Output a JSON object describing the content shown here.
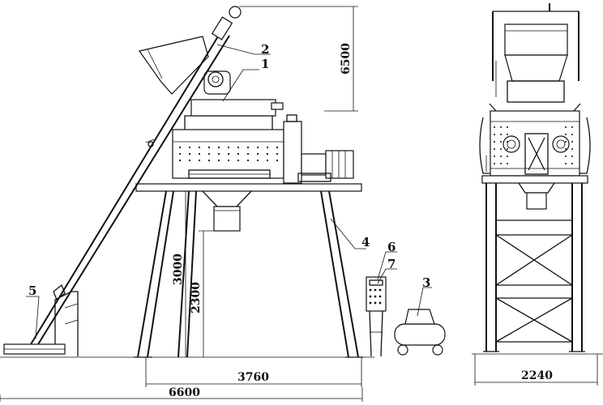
{
  "drawing": {
    "callouts": {
      "mixer_drum": "1",
      "feed_hopper": "2",
      "air_compressor": "3",
      "support_frame": "4",
      "skip_base": "5",
      "control_cabinet_a": "6",
      "control_cabinet_b": "7"
    },
    "dimensions": {
      "overall_height": "6500",
      "frame_height": "3000",
      "discharge_height": "2300",
      "leg_span": "3760",
      "overall_length": "6600",
      "overall_width": "2240"
    }
  }
}
